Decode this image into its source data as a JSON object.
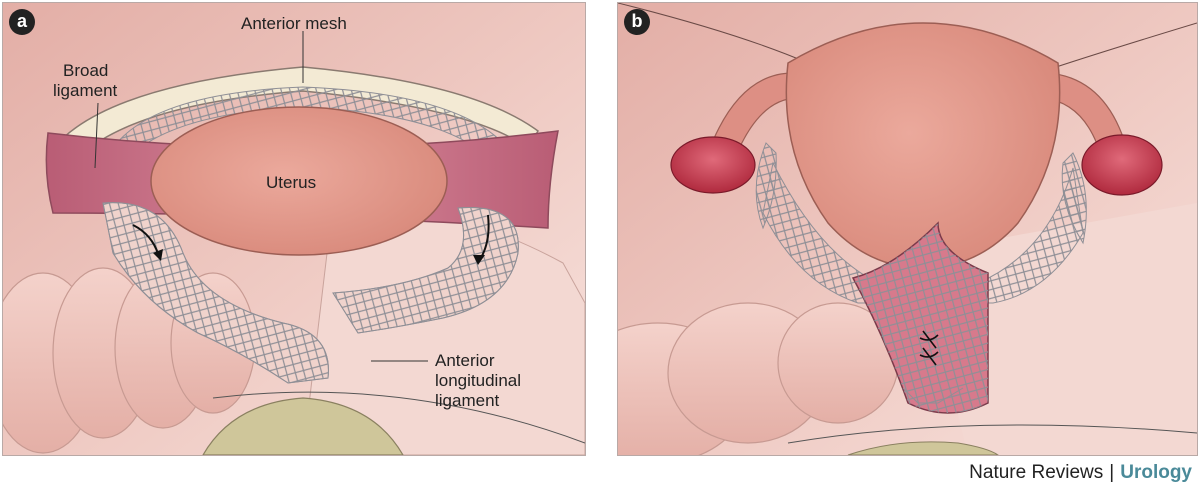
{
  "panel_a": {
    "badge": "a",
    "labels": {
      "anterior_mesh": "Anterior mesh",
      "broad_ligament_line1": "Broad",
      "broad_ligament_line2": "ligament",
      "uterus": "Uterus",
      "anterior_long_line1": "Anterior",
      "anterior_long_line2": "longitudinal",
      "anterior_long_line3": "ligament"
    }
  },
  "panel_b": {
    "badge": "b"
  },
  "credit": {
    "publisher": "Nature Reviews",
    "separator": "|",
    "journal": "Urology"
  },
  "colors": {
    "background_pink": "#edc8c1",
    "uterus": "#e39a8c",
    "broad_ligament": "#c97086",
    "mesh": "#8f8f96",
    "ovary": "#c4344a",
    "bone": "#cfc69a",
    "journal": "#4a8a99"
  }
}
